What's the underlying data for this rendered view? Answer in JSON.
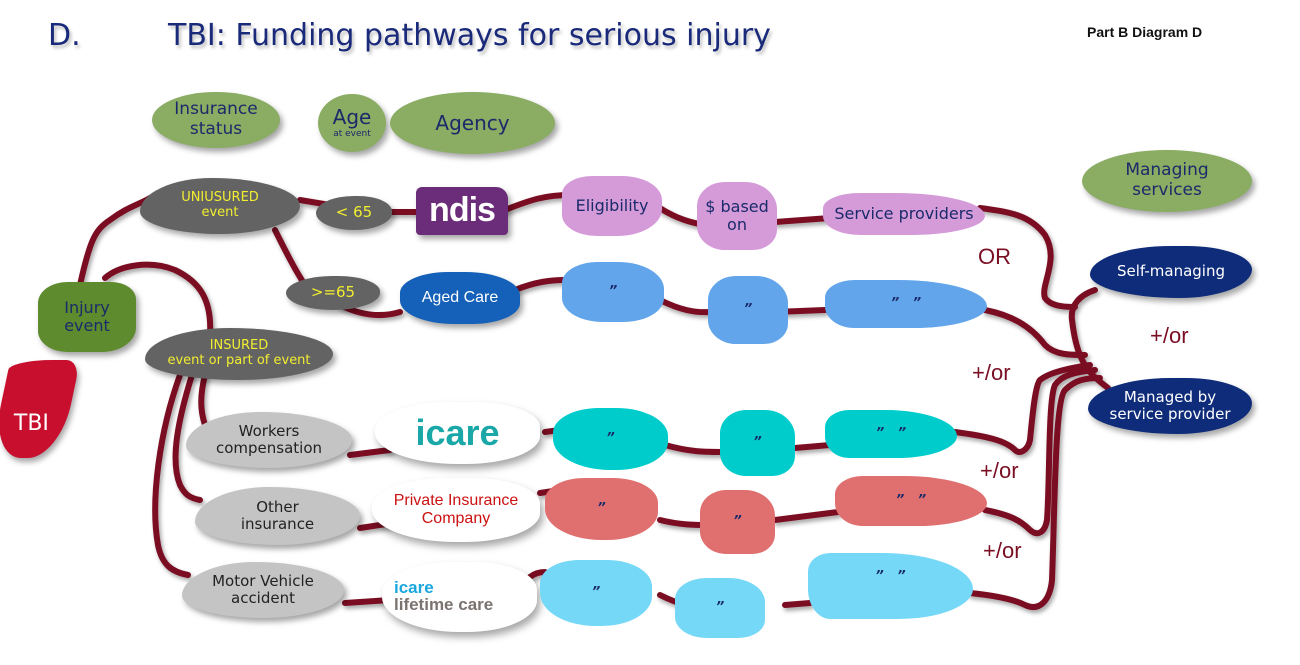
{
  "title": {
    "letter": "D.",
    "text": "TBI: Funding pathways for serious injury",
    "part_label": "Part B Diagram D"
  },
  "column_headers": {
    "insurance_status": "Insurance status",
    "age_big": "Age",
    "age_small": "at event",
    "agency": "Agency",
    "managing_services": "Managing services"
  },
  "start": {
    "tbi": "TBI",
    "injury_event": "Injury event"
  },
  "status": {
    "uninsured_title": "UNIUSURED",
    "uninsured_sub": "event",
    "insured_title": "INSURED",
    "insured_sub": "event or part of event"
  },
  "age": {
    "under": "< 65",
    "over": ">=65"
  },
  "pathways": [
    {
      "category": "",
      "agency": "ndis",
      "steps": [
        "Eligibility",
        "$ based on",
        "Service providers"
      ],
      "color": "#d59bd9"
    },
    {
      "category": "",
      "agency": "Aged Care",
      "steps": [
        "”",
        "”",
        "”   ”"
      ],
      "color": "#63a5ea"
    },
    {
      "category": "Workers compensation",
      "agency": "icare",
      "steps": [
        "”",
        "”",
        "”   ”"
      ],
      "color": "#00cccc"
    },
    {
      "category": "Other insurance",
      "agency": "Private Insurance Company",
      "steps": [
        "”",
        "”",
        "”   ”"
      ],
      "color": "#e07070"
    },
    {
      "category": "Motor Vehicle accident",
      "agency_top": "icare",
      "agency_bottom": "lifetime care",
      "steps": [
        "”",
        "”",
        "”   ”"
      ],
      "color": "#76d8f7"
    }
  ],
  "connectors": {
    "or": "OR",
    "and_or_1": "+/or",
    "and_or_2": "+/or",
    "and_or_3": "+/or",
    "and_or_right": "+/or"
  },
  "management": {
    "self": "Self-managing",
    "provider": "Managed by service provider"
  },
  "colors": {
    "title": "#1a2a7a",
    "wire": "#7a0f24",
    "header_green": "#8aac63",
    "injury_green": "#5e8b2e",
    "tbi_red": "#c8102e",
    "status_grey": "#636363",
    "status_text": "#f2ee30",
    "ndis_purple": "#6b2c7a",
    "aged_care_blue": "#1560b8",
    "icare_teal": "#1aa7a7",
    "icare_blue": "#1aa7e0",
    "lifetime_grey": "#7a7370",
    "private_red": "#cc1111",
    "navy": "#0e2c7a"
  }
}
